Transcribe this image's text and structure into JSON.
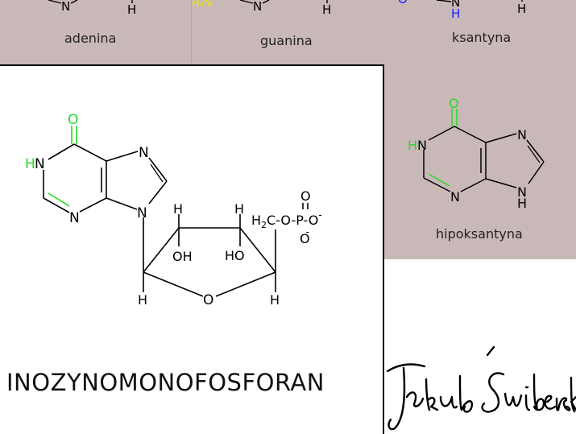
{
  "top_bases": {
    "adenine": {
      "label": "adenina",
      "atom_N": "N",
      "atom_H": "H"
    },
    "guanine": {
      "label": "guanina",
      "atom_N": "N",
      "atom_H": "H",
      "atom_H2N": "H₂N"
    },
    "xanthine": {
      "label": "ksantyna",
      "atom_O": "O",
      "atom_N": "N",
      "atom_H_ring": "H",
      "atom_H": "H"
    }
  },
  "main_molecule": {
    "name": "INOZYNOMONOFOSFORAN",
    "atoms": {
      "O_carbonyl": "O",
      "HN": "HN",
      "H_of_HN": "H",
      "N_of_HN": "N",
      "N7": "N",
      "N3": "N",
      "N9": "N",
      "H_c2": "H",
      "H_c3": "H",
      "OH_c2": "OH",
      "HO_c3": "HO",
      "ring_O": "O",
      "H_c1": "H",
      "H_c4": "H",
      "phosphate_prefix": "H",
      "phosphate_sub": "2",
      "phosphate_chain": "C-O-P-O",
      "phosphate_charge": "-",
      "P_top_O": "O",
      "P_bottom_O": "O",
      "P_bottom_charge": "-"
    }
  },
  "side_molecule": {
    "label": "hipoksantyna",
    "atoms": {
      "O": "O",
      "H_green": "H",
      "N_of_HN": "N",
      "N_top_right": "N",
      "N_bottom": "N",
      "NH": "N",
      "H_bottom": "H"
    }
  },
  "colors": {
    "panel_bg": "#c9b8b8",
    "highlight_green": "#22dd22",
    "xanthine_blue": "#1a1aff",
    "guanine_yellow": "#e6e600",
    "bond": "#000000"
  },
  "signature": {
    "alt": "Jakub Świderski"
  }
}
